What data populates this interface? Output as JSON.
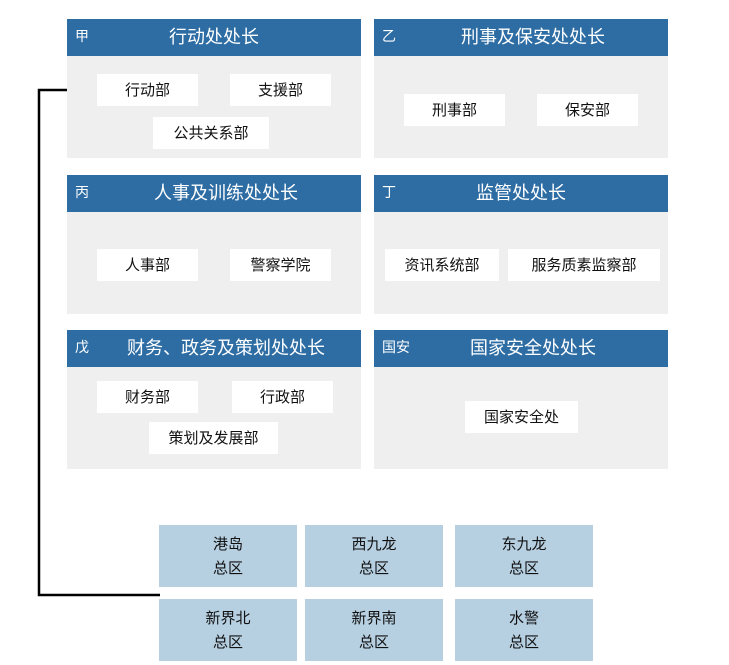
{
  "panels": [
    {
      "code": "甲",
      "title": "行动处处长",
      "units": [
        "行动部",
        "支援部",
        "公共关系部"
      ]
    },
    {
      "code": "乙",
      "title": "刑事及保安处处长",
      "units": [
        "刑事部",
        "保安部"
      ]
    },
    {
      "code": "丙",
      "title": "人事及训练处处长",
      "units": [
        "人事部",
        "警察学院"
      ]
    },
    {
      "code": "丁",
      "title": "监管处处长",
      "units": [
        "资讯系统部",
        "服务质素监察部"
      ]
    },
    {
      "code": "戊",
      "title": "财务、政务及策划处处长",
      "units": [
        "财务部",
        "行政部",
        "策划及发展部"
      ]
    },
    {
      "code": "国安",
      "title": "国家安全处处长",
      "units": [
        "国家安全处"
      ]
    }
  ],
  "regions": [
    {
      "name": "港岛",
      "suffix": "总区"
    },
    {
      "name": "西九龙",
      "suffix": "总区"
    },
    {
      "name": "东九龙",
      "suffix": "总区"
    },
    {
      "name": "新界北",
      "suffix": "总区"
    },
    {
      "name": "新界南",
      "suffix": "总区"
    },
    {
      "name": "水警",
      "suffix": "总区"
    }
  ],
  "colors": {
    "header": "#2e6da4",
    "panel_bg": "#efefef",
    "region_bg": "#b6cfe1",
    "connector": "#000000"
  }
}
